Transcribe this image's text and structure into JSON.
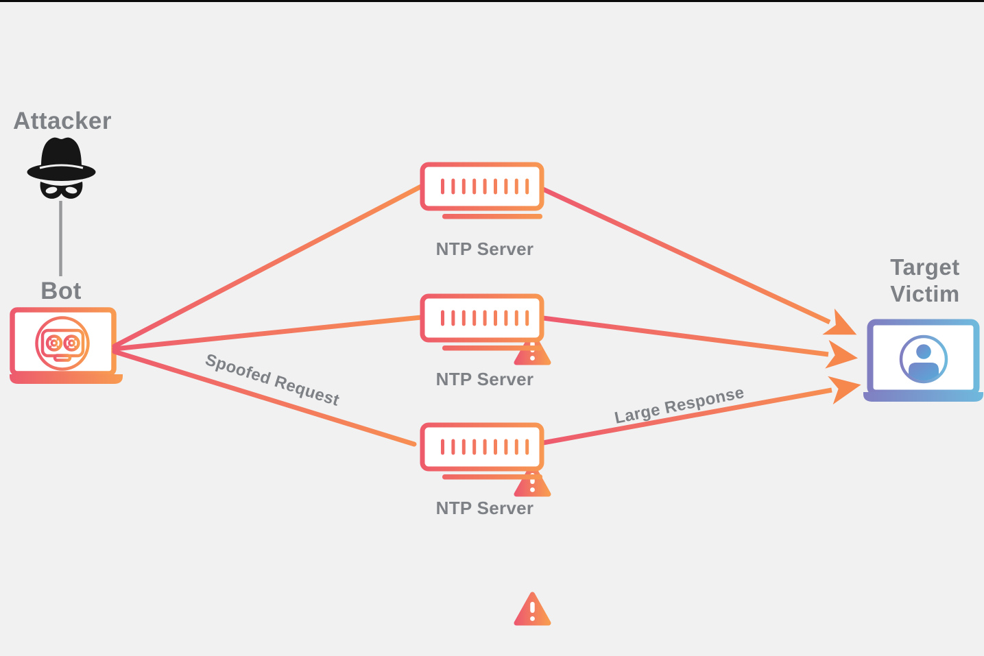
{
  "diagram": {
    "type": "attack-flow-diagram",
    "nodes": {
      "attacker": {
        "label": "Attacker",
        "icon": "spy-hat-mask-icon"
      },
      "bot": {
        "label": "Bot",
        "icon": "robot-face-icon",
        "device_icon": "laptop-icon"
      },
      "servers": [
        {
          "label": "NTP Server",
          "icon": "server-rack-icon",
          "alert_icon": "warning-triangle-icon"
        },
        {
          "label": "NTP Server",
          "icon": "server-rack-icon",
          "alert_icon": "warning-triangle-icon"
        },
        {
          "label": "NTP Server",
          "icon": "server-rack-icon",
          "alert_icon": "warning-triangle-icon"
        }
      ],
      "victim": {
        "label_lines": [
          "Target",
          "Victim"
        ],
        "icon": "user-avatar-icon",
        "device_icon": "laptop-icon"
      }
    },
    "edges": {
      "attacker_to_bot": {
        "style": "plain-gray-line"
      },
      "request": {
        "label": "Spoofed Request",
        "count": 3,
        "from": "Bot",
        "to": "NTP Server"
      },
      "response": {
        "label": "Large Response",
        "count": 3,
        "from": "NTP Server",
        "to": "Target Victim",
        "arrowhead": true
      }
    },
    "colors": {
      "background": "#F1F1F2",
      "label_text": "#7D8084",
      "warm_gradient_start": "#ED5A6E",
      "warm_gradient_end": "#F89B51",
      "cool_gradient_start": "#817FC2",
      "cool_gradient_end": "#6FB9DD",
      "arrowhead": "#F6874D",
      "attacker_icon": "#161616",
      "connector_gray": "#97999B"
    }
  }
}
